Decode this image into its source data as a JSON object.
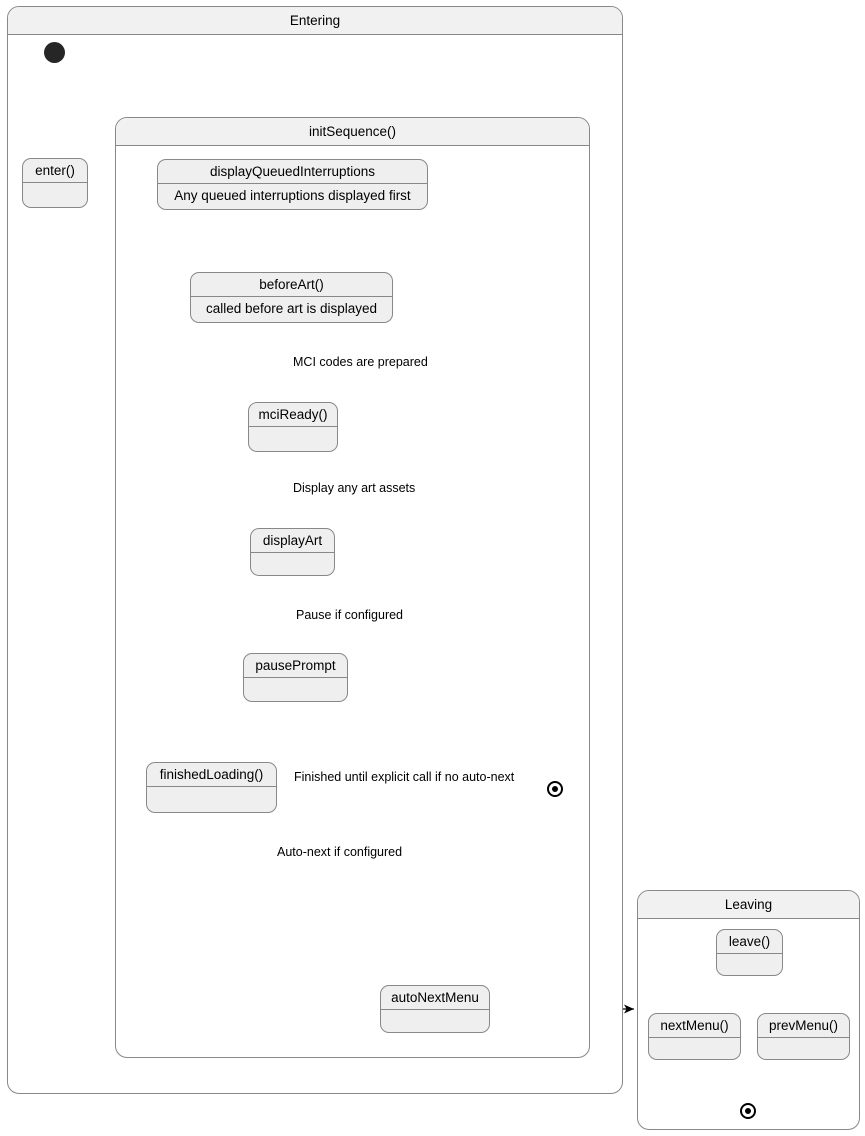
{
  "diagram": {
    "kind": "uml-state-machine-diagram",
    "stroke_color": "#888888",
    "state_fill": "#efefef",
    "header_fill": "#f1f1f1",
    "line_color": "#000000"
  },
  "entering": {
    "title": "Entering",
    "enter_state": {
      "name": "enter()"
    },
    "init_sequence": {
      "title": "initSequence()",
      "states": {
        "display_queued": {
          "name": "displayQueuedInterruptions",
          "body": "Any queued interruptions displayed first"
        },
        "before_art": {
          "name": "beforeArt()",
          "body": "called before art is displayed"
        },
        "mci_ready": {
          "name": "mciReady()",
          "body": ""
        },
        "display_art": {
          "name": "displayArt",
          "body": ""
        },
        "pause_prompt": {
          "name": "pausePrompt",
          "body": ""
        },
        "finished_loading": {
          "name": "finishedLoading()",
          "body": ""
        },
        "auto_next_menu": {
          "name": "autoNextMenu",
          "body": ""
        }
      },
      "transition_labels": {
        "mci_prepared": "MCI codes are prepared",
        "display_assets": "Display any art assets",
        "pause_configured": "Pause if configured",
        "finished_until": "Finished until explicit call if no auto-next",
        "auto_next": "Auto-next if configured"
      }
    }
  },
  "leaving": {
    "title": "Leaving",
    "states": {
      "leave": {
        "name": "leave()",
        "body": ""
      },
      "next_menu": {
        "name": "nextMenu()",
        "body": ""
      },
      "prev_menu": {
        "name": "prevMenu()",
        "body": ""
      }
    }
  }
}
